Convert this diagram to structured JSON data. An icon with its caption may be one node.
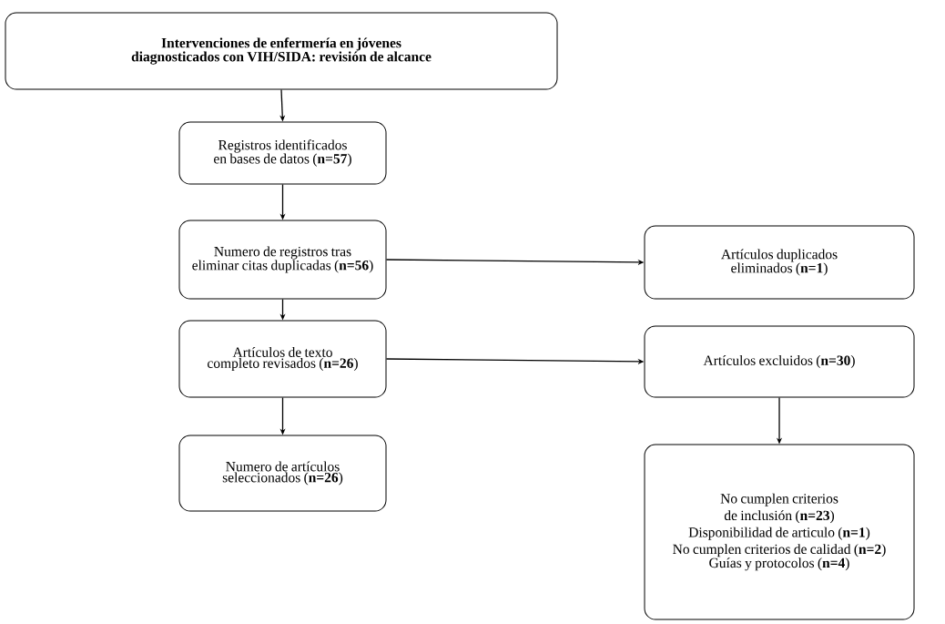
{
  "diagram": {
    "nodes": [
      {
        "text": [
          "Intervenciones de enfermería en jóvenes diagnosticados con VIH/SIDA: revisión de alcance"
        ]
      },
      {
        "text": [
          "Registros identificados en bases de datos (**n=57**)"
        ]
      },
      {
        "text": [
          "Numero de registros tras eliminar citas duplicadas (**n=56**)"
        ]
      },
      {
        "text": [
          "Artículos duplicados eliminados (**n=1**)"
        ]
      },
      {
        "text": [
          "Artículos de texto completo revisados (**n=26**)"
        ]
      },
      {
        "text": [
          "Artículos excluidos (**n=30**)"
        ]
      },
      {
        "text": [
          "Numero de artículos seleccionados (**n=26**)"
        ]
      },
      {
        "text": [
          "No cumplen criterios de inclusión (**n=23**)",
          "Disponibilidad de articulo (**n=1**)",
          "No cumplen criterios de calidad (**n=2**)",
          "Guías y protocolos (**n=4**)"
        ]
      }
    ],
    "edges": [
      {
        "from": 0,
        "to": 1,
        "arrow": "to"
      },
      {
        "from": 1,
        "to": 2,
        "arrow": "to"
      },
      {
        "from": 2,
        "to": 3,
        "arrow": "to"
      },
      {
        "from": 2,
        "to": 4,
        "arrow": "to"
      },
      {
        "from": 4,
        "to": 5,
        "arrow": "to"
      },
      {
        "from": 4,
        "to": 6,
        "arrow": "to"
      },
      {
        "from": 5,
        "to": 7,
        "arrow": "to"
      }
    ]
  }
}
